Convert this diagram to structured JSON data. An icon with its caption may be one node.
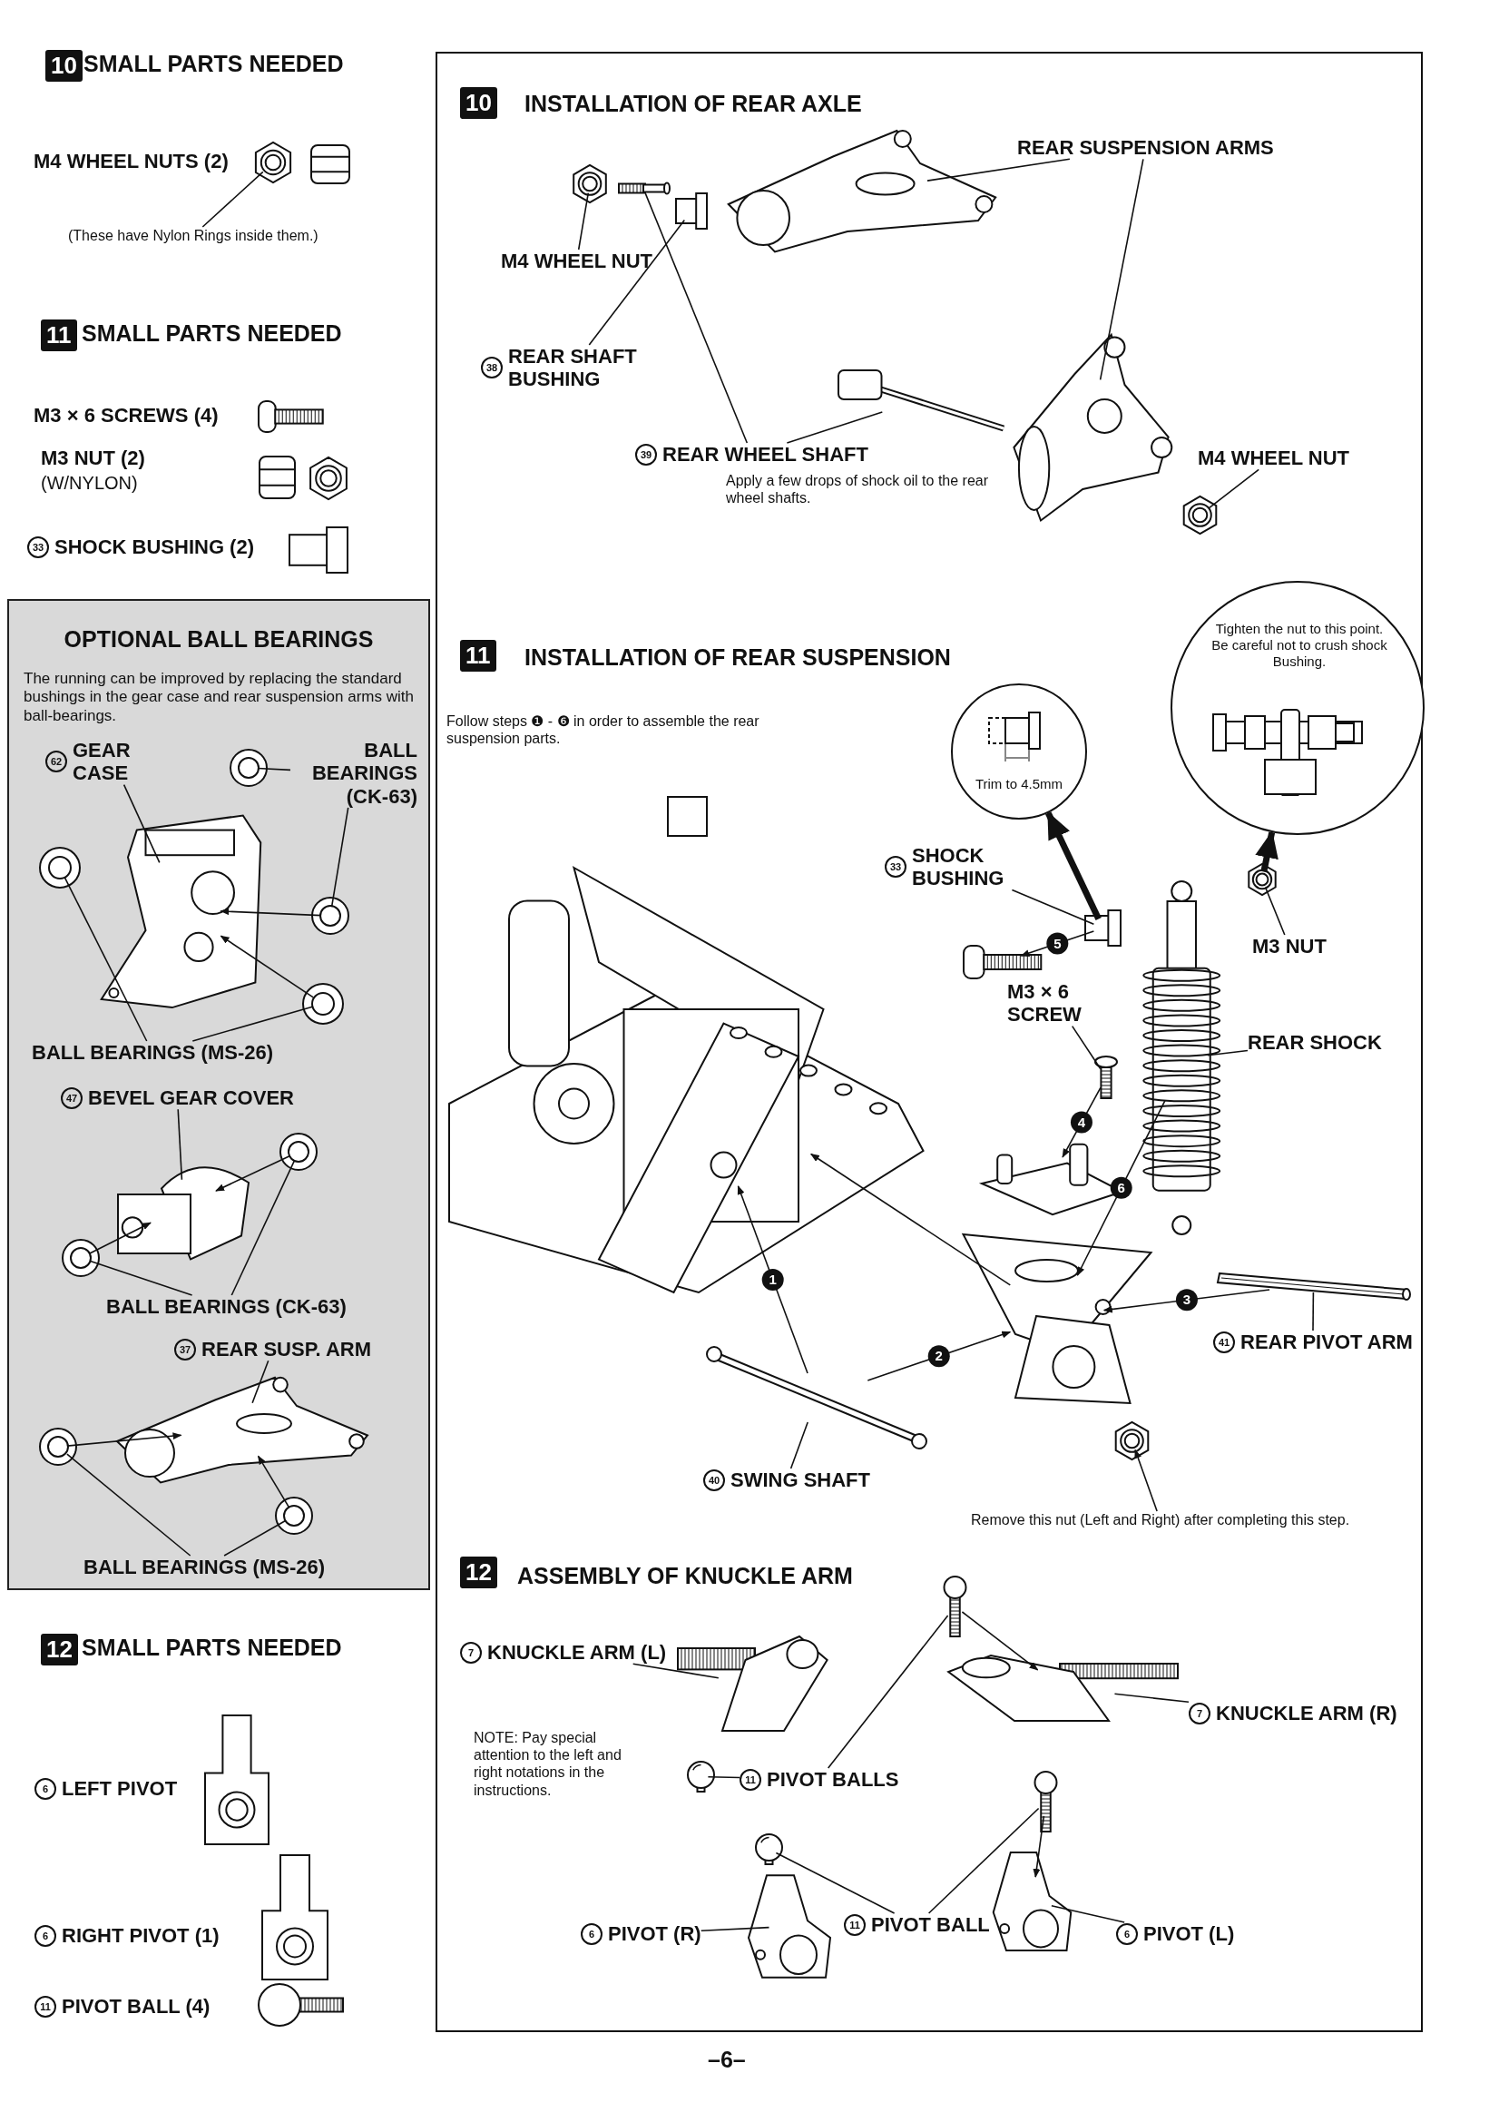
{
  "diagram": {
    "nodes": [
      {
        "text": [
          "(These have Nylon Rings inside them.)"
        ]
      },
      {
        "text": [],
        "shape": "picture"
      },
      {
        "text": [
          "OPTIONAL BALL BEARINGS",
          "The running can be improved by replacing the standard bushings in the gear case and rear suspension arms with ball-bearings."
        ]
      },
      {
        "text": [
          "62",
          "GEAR CASE"
        ],
        "in": 2
      },
      {
        "text": [
          "BALL BEARINGS (CK-63)"
        ],
        "in": 2
      },
      {
        "text": [],
        "shape": "picture",
        "in": 2
      },
      {
        "text": [],
        "shape": "picture",
        "in": 2
      },
      {
        "text": [],
        "shape": "picture",
        "in": 2
      },
      {
        "text": [],
        "shape": "picture",
        "in": 2
      },
      {
        "text": [],
        "shape": "picture",
        "in": 2
      },
      {
        "text": [
          "BALL BEARINGS (MS-26)"
        ],
        "in": 2
      },
      {
        "text": [
          "47",
          "BEVEL GEAR COVER"
        ],
        "in": 2
      },
      {
        "text": [],
        "shape": "picture",
        "in": 2
      },
      {
        "text": [],
        "shape": "picture",
        "in": 2
      },
      {
        "text": [],
        "shape": "picture",
        "in": 2
      },
      {
        "text": [
          "BALL BEARINGS (CK-63)"
        ],
        "in": 2
      },
      {
        "text": [
          "37",
          "REAR SUSP. ARM"
        ],
        "in": 2
      },
      {
        "text": [],
        "shape": "picture",
        "in": 2
      },
      {
        "text": [],
        "shape": "picture",
        "in": 2
      },
      {
        "text": [],
        "shape": "picture",
        "in": 2
      },
      {
        "text": [
          "BALL BEARINGS (MS-26)"
        ],
        "in": 2
      },
      {
        "text": [
          "REAR SUSPENSION ARMS"
        ]
      },
      {
        "text": [],
        "shape": "picture"
      },
      {
        "text": [],
        "shape": "picture"
      },
      {
        "text": [],
        "shape": "picture"
      },
      {
        "text": [],
        "shape": "picture"
      },
      {
        "text": [
          "M4 WHEEL NUT"
        ]
      },
      {
        "text": [
          "38",
          "REAR SHAFT BUSHING"
        ]
      },
      {
        "text": [],
        "shape": "picture"
      },
      {
        "text": [],
        "shape": "picture"
      },
      {
        "text": [
          "39",
          "REAR WHEEL SHAFT"
        ]
      },
      {
        "text": [
          "M4 WHEEL NUT"
        ]
      },
      {
        "text": [],
        "shape": "picture"
      },
      {
        "text": [
          "Tighten the nut to this point. Be careful not to crush shock Bushing."
        ]
      },
      {
        "text": [
          "Trim to 4.5mm"
        ]
      },
      {
        "text": [],
        "shape": "box"
      },
      {
        "text": [
          "33",
          "SHOCK BUSHING"
        ]
      },
      {
        "text": [],
        "shape": "picture"
      },
      {
        "text": [],
        "shape": "picture"
      },
      {
        "text": [],
        "shape": "picture"
      },
      {
        "text": [
          "M3 NUT"
        ]
      },
      {
        "text": [],
        "shape": "picture"
      },
      {
        "text": [],
        "shape": "picture"
      },
      {
        "text": [
          "M3 × 6 SCREW"
        ]
      },
      {
        "text": [],
        "shape": "picture"
      },
      {
        "text": [
          "REAR SHOCK"
        ]
      },
      {
        "text": [],
        "shape": "picture"
      },
      {
        "text": [],
        "shape": "picture"
      },
      {
        "text": [],
        "shape": "picture"
      },
      {
        "text": [
          "41",
          "REAR PIVOT ARM"
        ]
      },
      {
        "text": [],
        "shape": "picture"
      },
      {
        "text": [],
        "shape": "picture"
      },
      {
        "text": [
          "40",
          "SWING SHAFT"
        ]
      },
      {
        "text": [
          "Remove this nut (Left and Right) after completing this step."
        ]
      },
      {
        "text": [
          "7",
          "KNUCKLE ARM (L)"
        ]
      },
      {
        "text": [],
        "shape": "picture"
      },
      {
        "text": [],
        "shape": "picture"
      },
      {
        "text": [],
        "shape": "picture"
      },
      {
        "text": [
          "7",
          "KNUCKLE ARM (R)"
        ]
      },
      {
        "text": [],
        "shape": "picture"
      },
      {
        "text": [
          "11",
          "PIVOT BALLS"
        ]
      },
      {
        "text": [],
        "shape": "picture"
      },
      {
        "text": [
          "6",
          "PIVOT (R)"
        ]
      },
      {
        "text": [],
        "shape": "picture"
      },
      {
        "text": [],
        "shape": "picture"
      },
      {
        "text": [
          "11",
          "PIVOT BALL"
        ]
      },
      {
        "text": [],
        "shape": "picture"
      },
      {
        "text": [
          "6",
          "PIVOT (L)"
        ]
      },
      {
        "text": [
          "33",
          "SHOCK BUSHING (2)"
        ]
      },
      {
        "text": [
          "6",
          "LEFT PIVOT"
        ]
      },
      {
        "text": [
          "6",
          "RIGHT PIVOT (1)"
        ]
      },
      {
        "text": [
          "11",
          "PIVOT BALL (4)"
        ]
      }
    ],
    "edges": [
      {
        "from": 0,
        "to": 1,
        "arrow": "none"
      },
      {
        "from": 3,
        "to": 6,
        "arrow": "none"
      },
      {
        "from": 4,
        "to": 5,
        "arrow": "none"
      },
      {
        "from": 4,
        "to": 8,
        "arrow": "none"
      },
      {
        "from": 8,
        "to": 6,
        "arrow": "to"
      },
      {
        "from": 9,
        "to": 6,
        "arrow": "to"
      },
      {
        "from": 10,
        "to": 7,
        "arrow": "none"
      },
      {
        "from": 10,
        "to": 9,
        "arrow": "none"
      },
      {
        "from": 11,
        "to": 13,
        "arrow": "none"
      },
      {
        "from": 12,
        "to": 13,
        "arrow": "to"
      },
      {
        "from": 14,
        "to": 13,
        "arrow": "to"
      },
      {
        "from": 15,
        "to": 14,
        "arrow": "none"
      },
      {
        "from": 15,
        "to": 12,
        "arrow": "none"
      },
      {
        "from": 16,
        "to": 18,
        "arrow": "none"
      },
      {
        "from": 17,
        "to": 18,
        "arrow": "to"
      },
      {
        "from": 19,
        "to": 18,
        "arrow": "to"
      },
      {
        "from": 20,
        "to": 17,
        "arrow": "none"
      },
      {
        "from": 20,
        "to": 19,
        "arrow": "none"
      },
      {
        "from": 21,
        "to": 25,
        "arrow": "none"
      },
      {
        "from": 21,
        "to": 29,
        "arrow": "none"
      },
      {
        "from": 26,
        "to": 22,
        "arrow": "none"
      },
      {
        "from": 27,
        "to": 24,
        "arrow": "none"
      },
      {
        "from": 30,
        "to": 28,
        "arrow": "none"
      },
      {
        "from": 30,
        "to": 23,
        "arrow": "none"
      },
      {
        "from": 31,
        "to": 32,
        "arrow": "none"
      },
      {
        "from": 37,
        "to": 34,
        "arrow": "to",
        "style": "thick"
      },
      {
        "from": 38,
        "to": 33,
        "arrow": "to",
        "style": "thick"
      },
      {
        "from": 36,
        "to": 37,
        "arrow": "none"
      },
      {
        "from": 40,
        "to": 38,
        "arrow": "none"
      },
      {
        "from": 43,
        "to": 44,
        "arrow": "none"
      },
      {
        "from": 45,
        "to": 39,
        "arrow": "none"
      },
      {
        "from": 49,
        "to": 48,
        "arrow": "none"
      },
      {
        "from": 52,
        "to": 50,
        "arrow": "none"
      },
      {
        "from": 53,
        "to": 51,
        "arrow": "to"
      },
      {
        "from": 50,
        "to": 42,
        "arrow": "to",
        "label": "1"
      },
      {
        "from": 50,
        "to": 47,
        "arrow": "to",
        "label": "2"
      },
      {
        "from": 48,
        "to": 47,
        "arrow": "to",
        "label": "3"
      },
      {
        "from": 44,
        "to": 46,
        "arrow": "to",
        "label": "4"
      },
      {
        "from": 37,
        "to": 41,
        "arrow": "to",
        "label": "5"
      },
      {
        "from": 39,
        "to": 47,
        "arrow": "to",
        "label": "6"
      },
      {
        "from": 47,
        "to": 42,
        "arrow": "to"
      },
      {
        "from": 54,
        "to": 55,
        "arrow": "none"
      },
      {
        "from": 58,
        "to": 57,
        "arrow": "none"
      },
      {
        "from": 60,
        "to": 59,
        "arrow": "none"
      },
      {
        "from": 60,
        "to": 56,
        "arrow": "none"
      },
      {
        "from": 56,
        "to": 57,
        "arrow": "to"
      },
      {
        "from": 62,
        "to": 64,
        "arrow": "none"
      },
      {
        "from": 65,
        "to": 63,
        "arrow": "none"
      },
      {
        "from": 65,
        "to": 61,
        "arrow": "none"
      },
      {
        "from": 61,
        "to": 66,
        "arrow": "to"
      },
      {
        "from": 67,
        "to": 66,
        "arrow": "none"
      }
    ],
    "labels": [
      "10",
      "SMALL PARTS NEEDED",
      "M4 WHEEL NUTS (2)",
      "11",
      "SMALL PARTS NEEDED",
      "M3 × 6 SCREWS (4)",
      "M3 NUT (2)",
      "(W/NYLON)",
      "12",
      "SMALL PARTS NEEDED",
      "10",
      "INSTALLATION OF REAR AXLE",
      "Apply a few drops of shock oil to the rear wheel shafts.",
      "11",
      "INSTALLATION OF REAR SUSPENSION",
      "Follow steps ❶ - ❻ in order to assemble the rear suspension parts.",
      "12",
      "ASSEMBLY OF KNUCKLE ARM",
      "NOTE: Pay special attention to the left and right notations in the instructions.",
      "–6–"
    ]
  }
}
